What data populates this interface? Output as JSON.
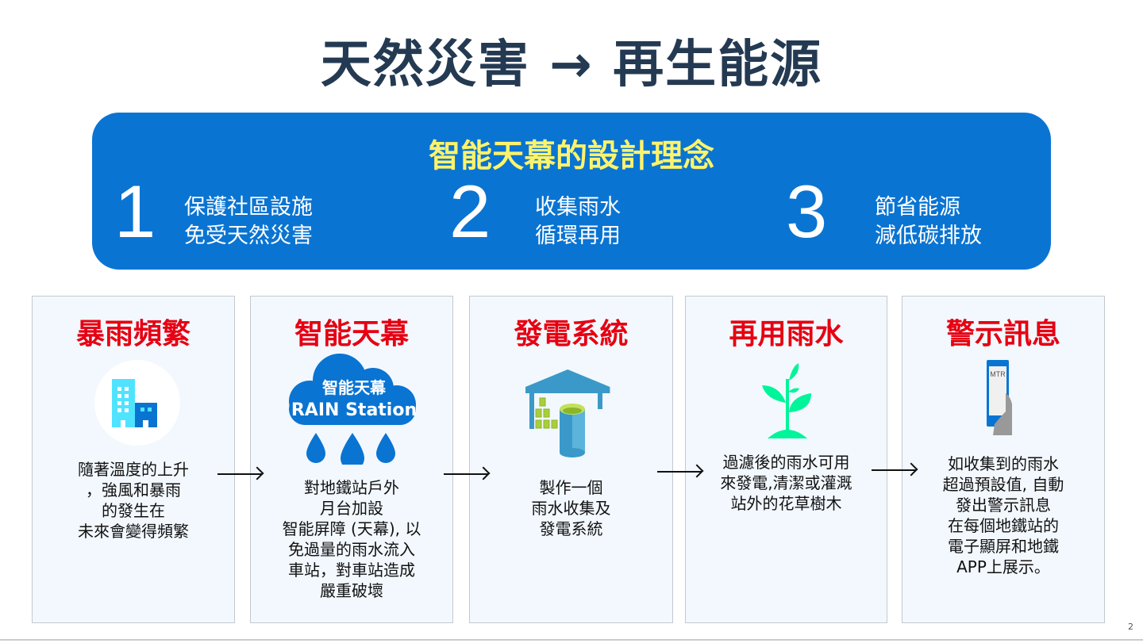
{
  "title": "天然災害 → 再生能源",
  "banner": {
    "title": "智能天幕的設計理念",
    "points": [
      {
        "number": "1",
        "line1": "保護社區設施",
        "line2": "免受天然災害"
      },
      {
        "number": "2",
        "line1": "收集雨水",
        "line2": "循環再用"
      },
      {
        "number": "3",
        "line1": "節省能源",
        "line2": "減低碳排放"
      }
    ]
  },
  "cards": [
    {
      "heading": "暴雨頻繁",
      "icon": "buildings-icon",
      "lines": [
        "隨著溫度的上升",
        "，強風和暴雨",
        "的發生在",
        "未來會變得頻繁"
      ]
    },
    {
      "heading": "智能天幕",
      "icon": "rain-cloud-icon",
      "logo_line1": "智能天幕",
      "logo_line2": "RAIN Station",
      "lines": [
        "對地鐵站戶外",
        "月台加設",
        "智能屏障 (天幕), 以",
        "免過量的雨水流入",
        "車站，對車站造成",
        "嚴重破壞"
      ]
    },
    {
      "heading": "發電系統",
      "icon": "warehouse-storage-icon",
      "lines": [
        "製作一個",
        "雨水收集及",
        "發電系統"
      ]
    },
    {
      "heading": "再用雨水",
      "icon": "plant-icon",
      "lines": [
        "過濾後的雨水可用",
        "來發電,清潔或灌溉",
        "站外的花草樹木"
      ]
    },
    {
      "heading": "警示訊息",
      "icon": "phone-icon",
      "phone_label": "MTR",
      "lines": [
        "如收集到的雨水",
        "超過預設值, 自動",
        "發出警示訊息",
        "在每個地鐵站的",
        "電子顯屏和地鐵",
        "APP上展示。"
      ]
    }
  ],
  "page_number": "2",
  "colors": {
    "title": "#243a52",
    "banner": "#0a74d2",
    "banner_title": "#fdf36b",
    "heading": "#e60012"
  }
}
